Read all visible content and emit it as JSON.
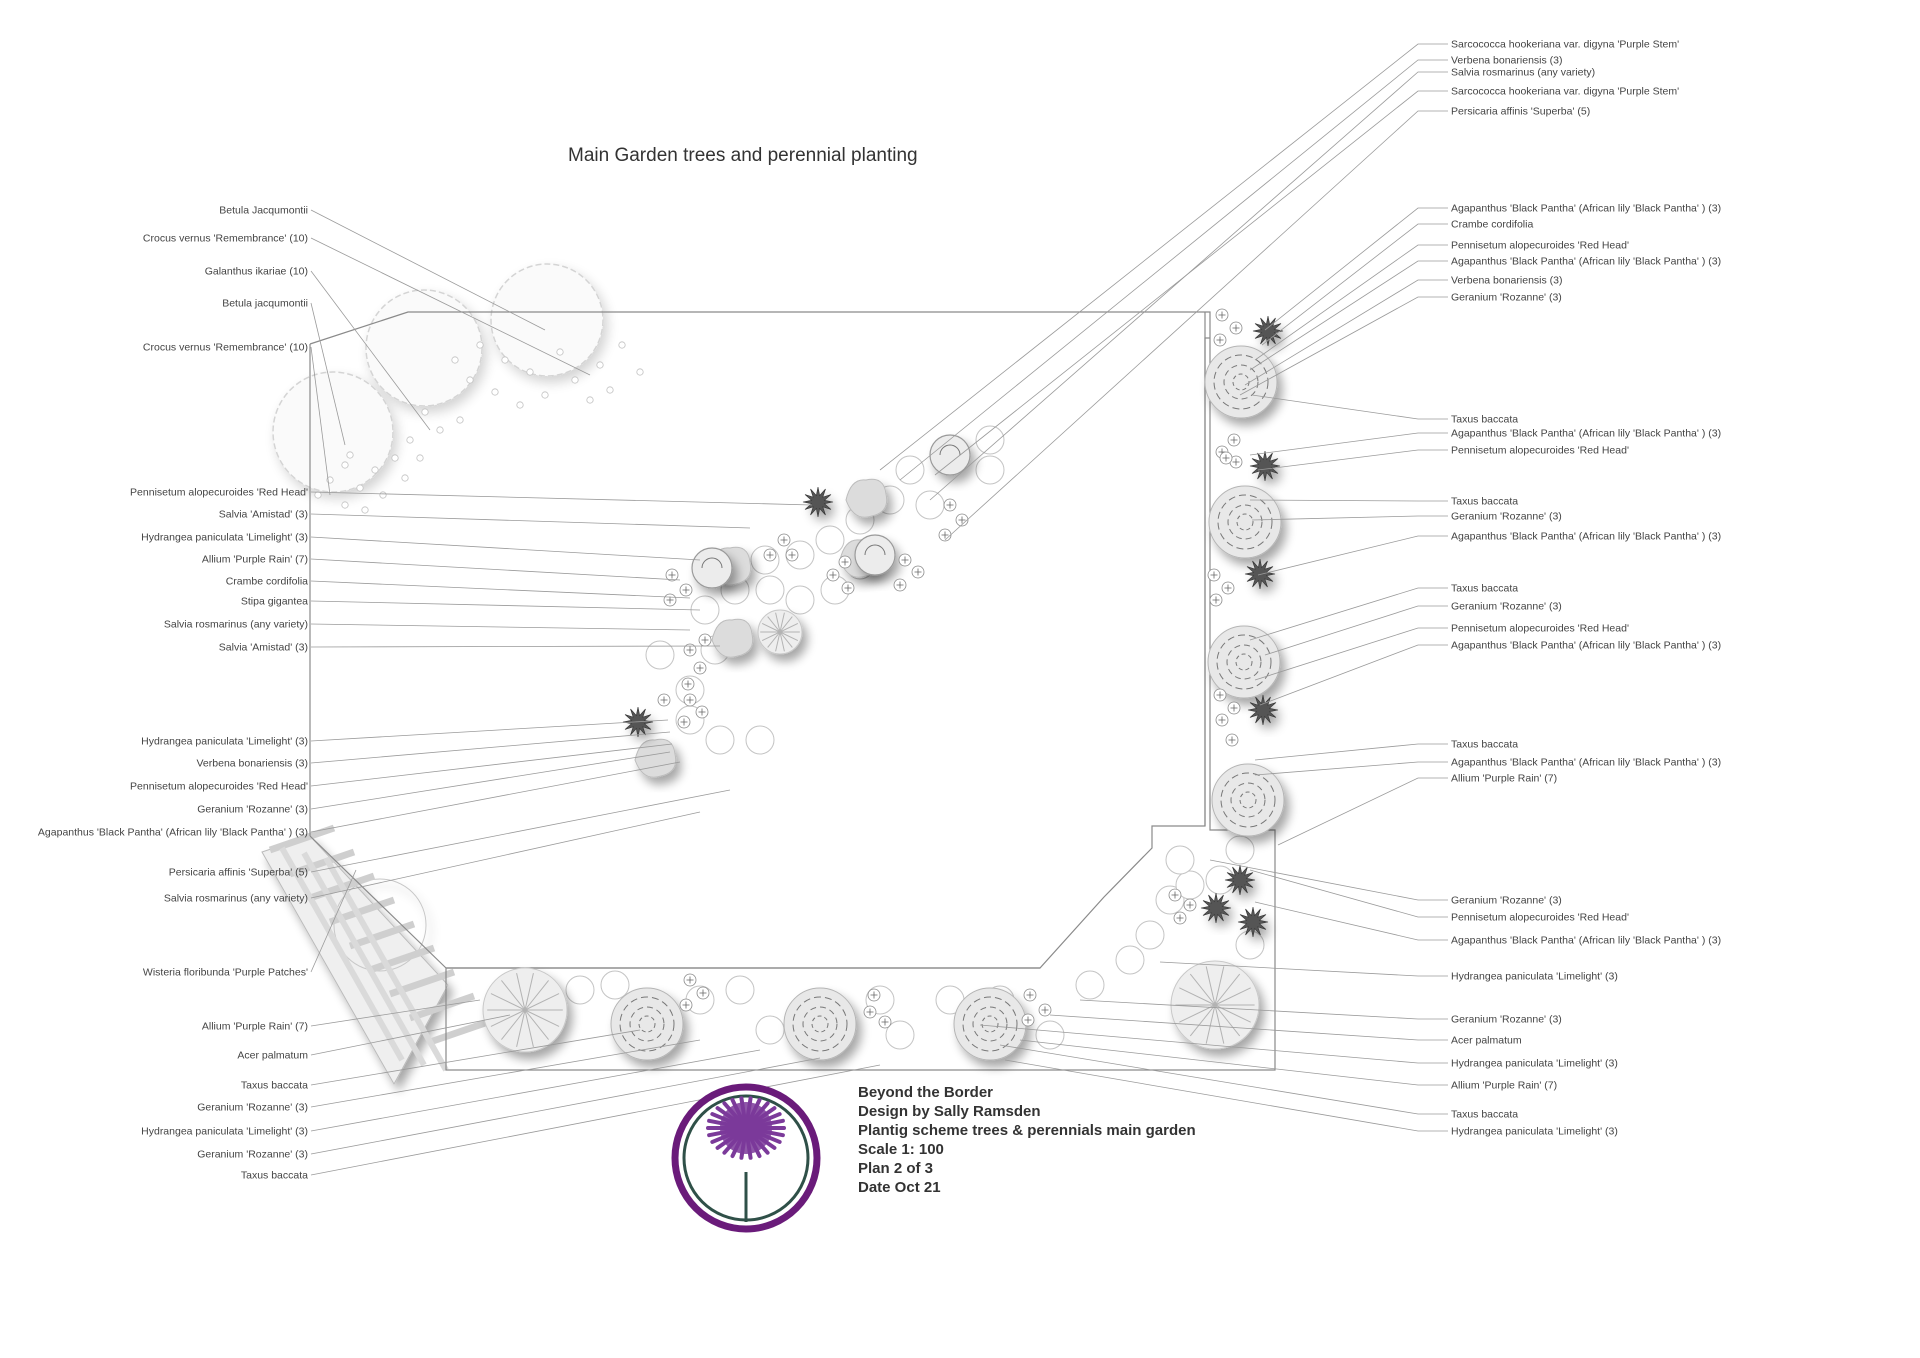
{
  "title": "Main Garden  trees and perennial planting",
  "info": {
    "line1": "Beyond the Border",
    "line2": "Design by Sally Ramsden",
    "line3": "Plantig scheme trees & perennials main garden",
    "line4": "Scale 1: 100",
    "line5": "Plan 2 of 3",
    "line6": "Date Oct 21"
  },
  "colors": {
    "logo_ring": "#6a1b7a",
    "logo_tree": "#7b3a9a",
    "logo_line": "#2f5048"
  },
  "labels_left": [
    "Betula Jacqumontii",
    "Crocus vernus 'Remembrance'  (10)",
    "Galanthus ikariae  (10)",
    "Betula jacqumontii",
    "Crocus vernus 'Remembrance'  (10)",
    "Pennisetum alopecuroides 'Red Head'",
    "Salvia 'Amistad'  (3)",
    "Hydrangea paniculata 'Limelight'  (3)",
    "Allium 'Purple Rain'  (7)",
    "Crambe cordifolia",
    "Stipa gigantea",
    "Salvia rosmarinus (any variety)",
    "Salvia 'Amistad'  (3)",
    "Hydrangea paniculata 'Limelight'  (3)",
    "Verbena bonariensis  (3)",
    "Pennisetum alopecuroides 'Red Head'",
    "Geranium 'Rozanne'  (3)",
    "Agapanthus 'Black Pantha' (African lily 'Black Pantha' )  (3)",
    "Persicaria affinis 'Superba'  (5)",
    "Salvia rosmarinus (any variety)",
    "Wisteria floribunda 'Purple Patches'",
    "Allium 'Purple Rain'  (7)",
    "Acer palmatum",
    "Taxus baccata",
    "Geranium 'Rozanne'  (3)",
    "Hydrangea paniculata 'Limelight'  (3)",
    "Geranium 'Rozanne'  (3)",
    "Taxus baccata"
  ],
  "labels_right": [
    "Sarcococca hookeriana var. digyna 'Purple Stem'",
    "Verbena bonariensis  (3)",
    "Salvia rosmarinus (any variety)",
    "Sarcococca hookeriana var. digyna 'Purple Stem'",
    "Persicaria affinis 'Superba'  (5)",
    "Agapanthus 'Black Pantha' (African lily 'Black Pantha' )  (3)",
    "Crambe cordifolia",
    "Pennisetum alopecuroides 'Red Head'",
    "Agapanthus 'Black Pantha' (African lily 'Black Pantha' )  (3)",
    "Verbena bonariensis  (3)",
    "Geranium 'Rozanne'  (3)",
    "Taxus baccata",
    "Agapanthus 'Black Pantha' (African lily 'Black Pantha' )  (3)",
    "Pennisetum alopecuroides 'Red Head'",
    "Taxus baccata",
    "Geranium 'Rozanne'  (3)",
    "Agapanthus 'Black Pantha' (African lily 'Black Pantha' )  (3)",
    "Taxus baccata",
    "Geranium 'Rozanne'  (3)",
    "Pennisetum alopecuroides 'Red Head'",
    "Agapanthus 'Black Pantha' (African lily 'Black Pantha' )  (3)",
    "Taxus baccata",
    "Agapanthus 'Black Pantha' (African lily 'Black Pantha' )  (3)",
    "Allium 'Purple Rain'  (7)",
    "Geranium 'Rozanne'  (3)",
    "Pennisetum alopecuroides 'Red Head'",
    "Agapanthus 'Black Pantha' (African lily 'Black Pantha' )  (3)",
    "Hydrangea paniculata 'Limelight'  (3)",
    "Geranium 'Rozanne'  (3)",
    "Acer palmatum",
    "Hydrangea paniculata 'Limelight'  (3)",
    "Allium 'Purple Rain'  (7)",
    "Taxus baccata",
    "Hydrangea paniculata 'Limelight'  (3)"
  ]
}
